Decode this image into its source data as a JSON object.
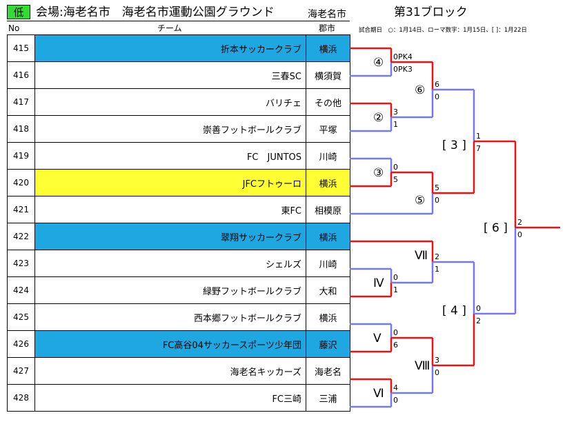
{
  "header": {
    "badge": "低",
    "venue": "会場:海老名市　海老名市運動公園グラウンド",
    "city": "海老名市",
    "block": "第31ブロック"
  },
  "columns": {
    "no": "No",
    "team": "チーム",
    "city": "郡市"
  },
  "note": "試合期日　○：1月14日、ローマ数字：1月15日、[ ]：1月22日",
  "rows": [
    {
      "no": "415",
      "team": "折本サッカークラブ",
      "city": "横浜",
      "hl": "blue"
    },
    {
      "no": "416",
      "team": "三春SC",
      "city": "横須賀",
      "hl": ""
    },
    {
      "no": "417",
      "team": "バリチェ",
      "city": "その他",
      "hl": ""
    },
    {
      "no": "418",
      "team": "崇善フットボールクラブ",
      "city": "平塚",
      "hl": ""
    },
    {
      "no": "419",
      "team": "FC　JUNTOS",
      "city": "川崎",
      "hl": ""
    },
    {
      "no": "420",
      "team": "JFCフトゥーロ",
      "city": "横浜",
      "hl": "yellow"
    },
    {
      "no": "421",
      "team": "東FC",
      "city": "相模原",
      "hl": ""
    },
    {
      "no": "422",
      "team": "翠翔サッカークラブ",
      "city": "横浜",
      "hl": "blue"
    },
    {
      "no": "423",
      "team": "シェルズ",
      "city": "川崎",
      "hl": ""
    },
    {
      "no": "424",
      "team": "緑野フットボールクラブ",
      "city": "大和",
      "hl": ""
    },
    {
      "no": "425",
      "team": "西本郷フットボールクラブ",
      "city": "横浜",
      "hl": ""
    },
    {
      "no": "426",
      "team": "FC高谷04サッカースポーツ少年団",
      "city": "藤沢",
      "hl": "blue"
    },
    {
      "no": "427",
      "team": "海老名キッカーズ",
      "city": "海老名",
      "hl": ""
    },
    {
      "no": "428",
      "team": "FC三崎",
      "city": "三浦",
      "hl": ""
    }
  ],
  "matches": {
    "m4": {
      "label": "④",
      "top": "0PK4",
      "bottom": "0PK3"
    },
    "m2": {
      "label": "②",
      "top": "3",
      "bottom": "1"
    },
    "m3": {
      "label": "③",
      "top": "0",
      "bottom": "5"
    },
    "m6": {
      "label": "⑥",
      "top": "6",
      "bottom": "0"
    },
    "m5": {
      "label": "⑤",
      "top": "5",
      "bottom": "0"
    },
    "r4": {
      "label": "Ⅳ",
      "top": "0",
      "bottom": "1"
    },
    "r7": {
      "label": "Ⅶ",
      "top": "2",
      "bottom": "1"
    },
    "r5": {
      "label": "Ⅴ",
      "top": "0",
      "bottom": "6"
    },
    "r6": {
      "label": "Ⅵ",
      "top": "4",
      "bottom": "0"
    },
    "r8": {
      "label": "Ⅷ",
      "top": "3",
      "bottom": "0"
    },
    "s3": {
      "label": "[ 3 ]",
      "top": "1",
      "bottom": "7"
    },
    "s4": {
      "label": "[ 4 ]",
      "top": "0",
      "bottom": "2"
    },
    "s6": {
      "label": "[ 6 ]",
      "top": "2",
      "bottom": "0"
    }
  },
  "colors": {
    "winner": "#ee1111",
    "loser": "#7777ee",
    "blue_row": "#1fa7e1",
    "yellow_row": "#ffff33",
    "badge": "#33dd33"
  }
}
